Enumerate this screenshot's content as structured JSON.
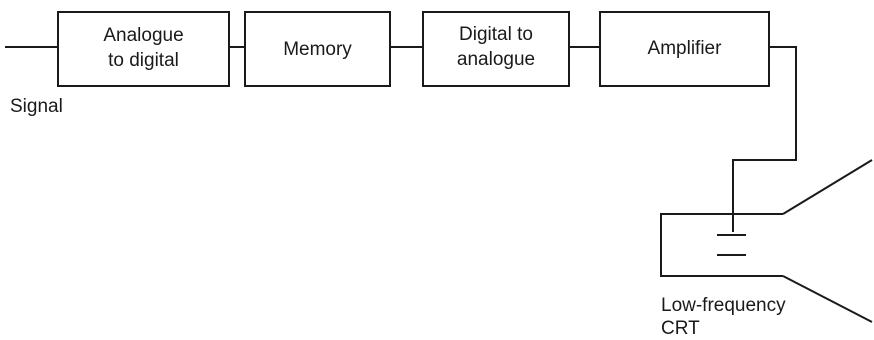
{
  "diagram": {
    "blocks": [
      {
        "id": "adc",
        "lines": [
          "Analogue",
          "to digital"
        ]
      },
      {
        "id": "memory",
        "lines": [
          "Memory"
        ]
      },
      {
        "id": "dac",
        "lines": [
          "Digital to",
          "analogue"
        ]
      },
      {
        "id": "amplifier",
        "lines": [
          "Amplifier"
        ]
      }
    ],
    "signal_label": "Signal",
    "crt_label": [
      "Low-frequency",
      "CRT"
    ]
  }
}
